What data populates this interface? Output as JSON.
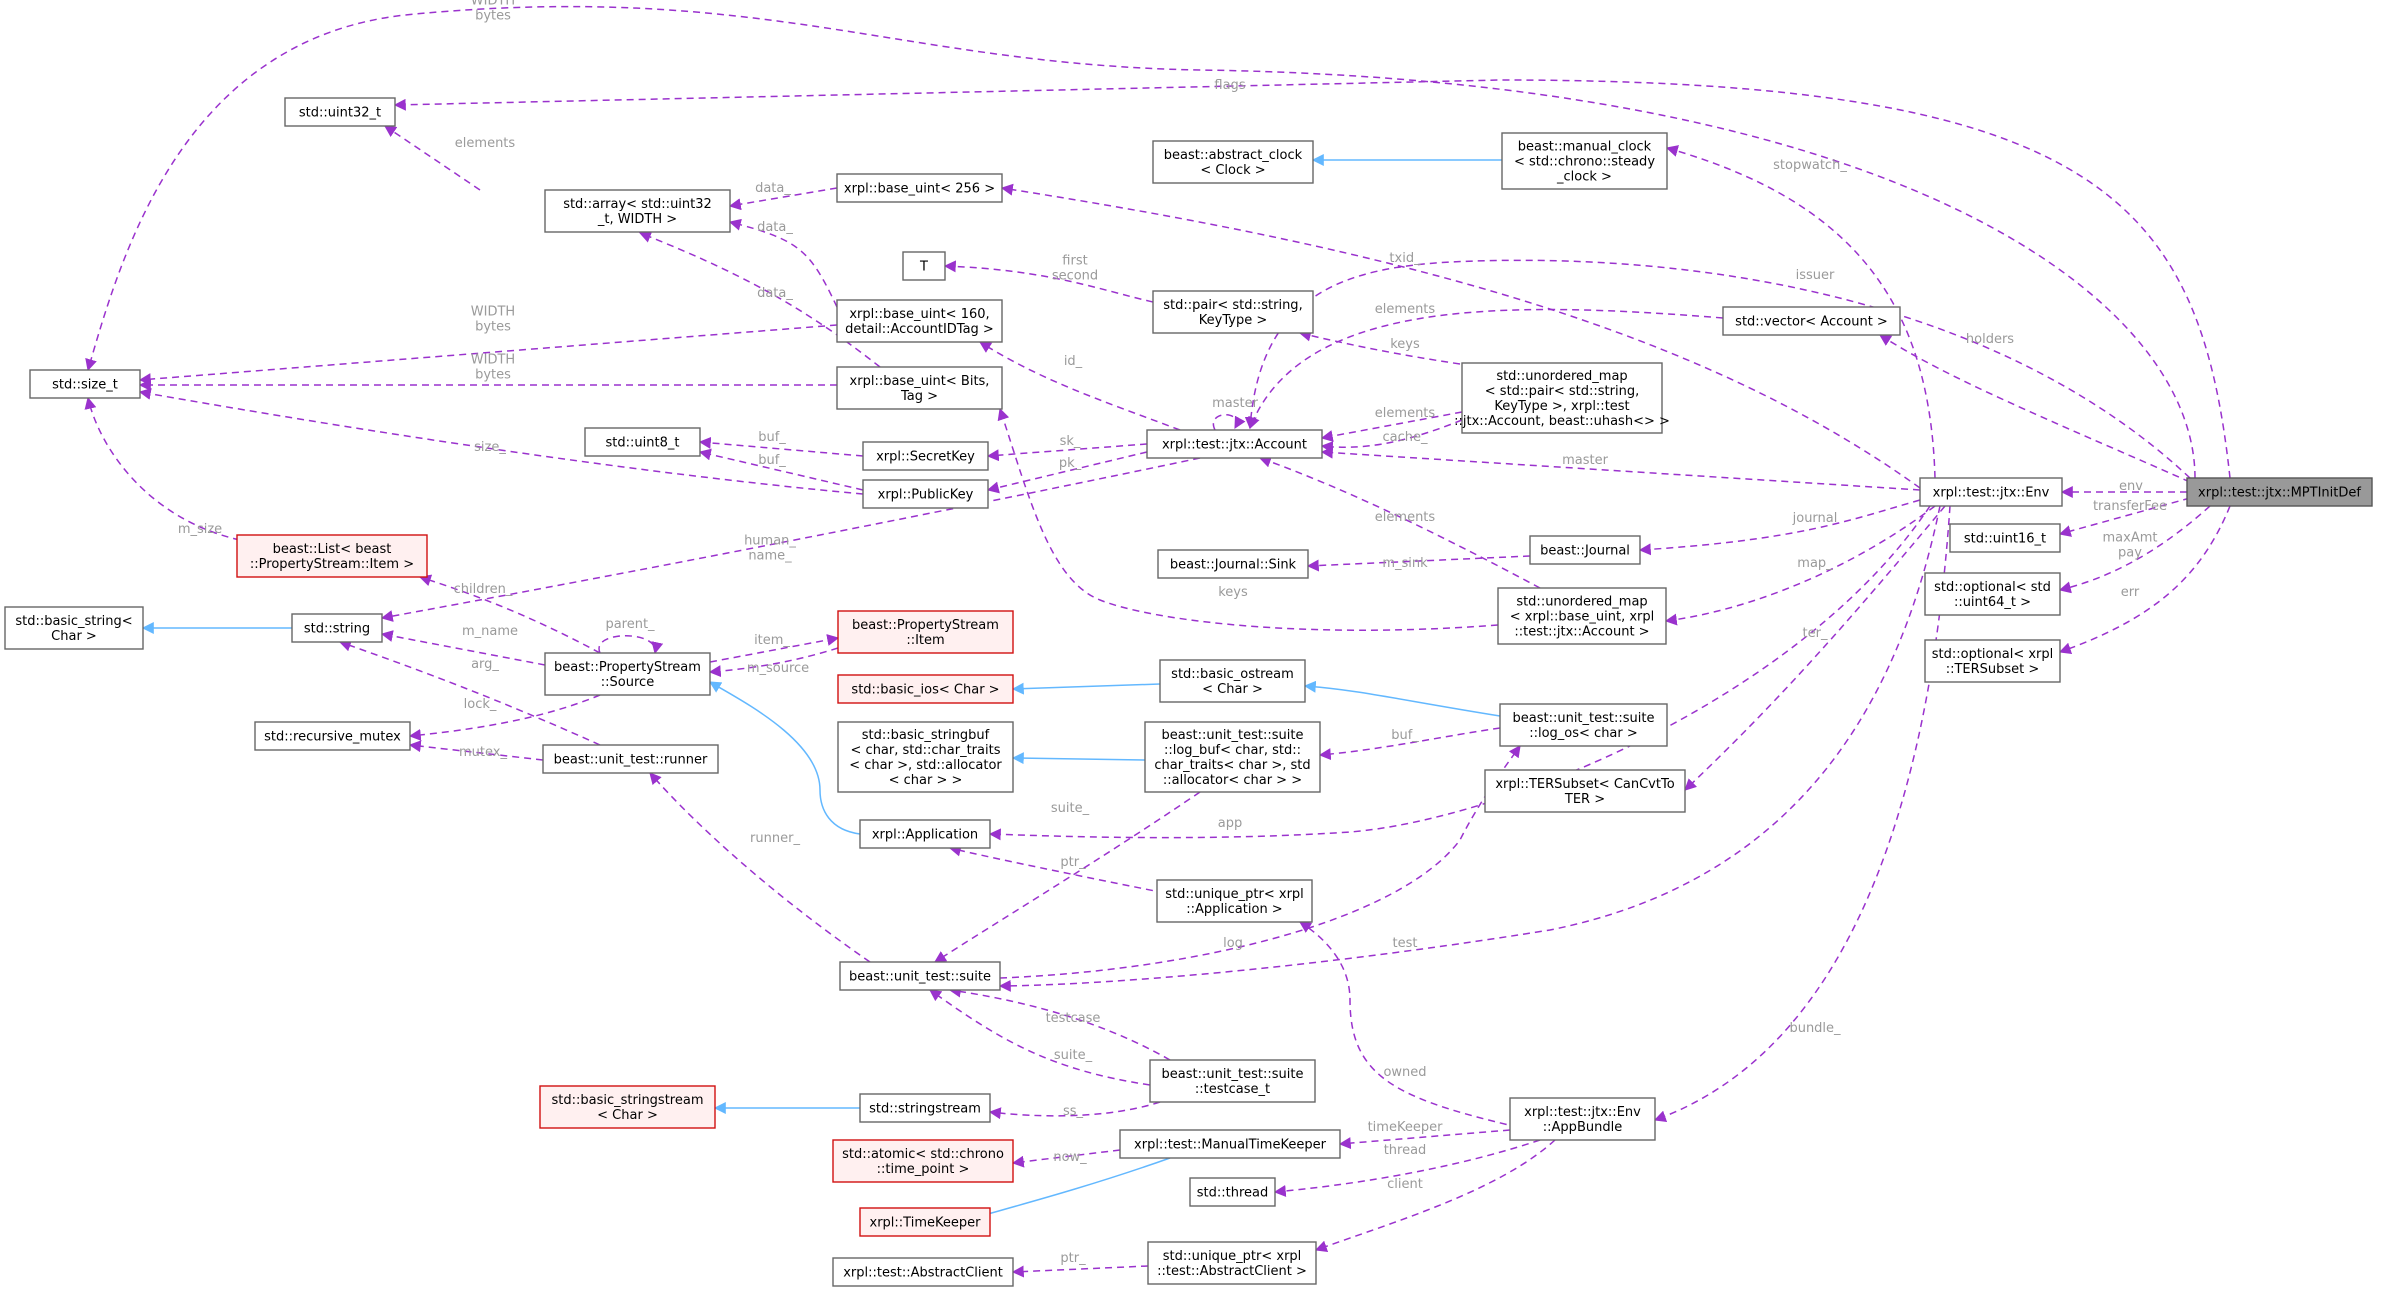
{
  "nodes": {
    "size_t": [
      "std::size_t"
    ],
    "uint32": [
      "std::uint32_t"
    ],
    "array": [
      "std::array< std::uint32",
      "_t, WIDTH >"
    ],
    "base256": [
      "xrpl::base_uint< 256 >"
    ],
    "base160": [
      "xrpl::base_uint< 160,",
      "detail::AccountIDTag >"
    ],
    "basebits": [
      "xrpl::base_uint< Bits,",
      "Tag >"
    ],
    "uint8": [
      "std::uint8_t"
    ],
    "secretkey": [
      "xrpl::SecretKey"
    ],
    "publickey": [
      "xrpl::PublicKey"
    ],
    "blist": [
      "beast::List< beast",
      "::PropertyStream::Item >"
    ],
    "basic_string": [
      "std::basic_string<",
      "Char >"
    ],
    "string": [
      "std::string"
    ],
    "psource": [
      "beast::PropertyStream",
      "::Source"
    ],
    "pitem": [
      "beast::PropertyStream",
      "::Item"
    ],
    "rmutex": [
      "std::recursive_mutex"
    ],
    "runner": [
      "beast::unit_test::runner"
    ],
    "basic_ios": [
      "std::basic_ios< Char >"
    ],
    "stringbuf": [
      "std::basic_stringbuf",
      "< char, std::char_traits",
      "< char >, std::allocator",
      "< char > >"
    ],
    "application": [
      "xrpl::Application"
    ],
    "suite": [
      "beast::unit_test::suite"
    ],
    "sstream_basic": [
      "std::basic_stringstream",
      "< Char >"
    ],
    "sstream": [
      "std::stringstream"
    ],
    "atomic": [
      "std::atomic< std::chrono",
      "::time_point >"
    ],
    "timekeeper": [
      "xrpl::TimeKeeper"
    ],
    "abstractclient": [
      "xrpl::test::AbstractClient"
    ],
    "T": [
      "T"
    ],
    "pair": [
      "std::pair< std::string,",
      "KeyType >"
    ],
    "account": [
      "xrpl::test::jtx::Account"
    ],
    "abstract_clock": [
      "beast::abstract_clock",
      "< Clock >"
    ],
    "journal_sink": [
      "beast::Journal::Sink"
    ],
    "basic_ostream": [
      "std::basic_ostream",
      "< Char >"
    ],
    "log_buf": [
      "beast::unit_test::suite",
      "::log_buf< char, std::",
      "char_traits< char >, std",
      "::allocator< char > >"
    ],
    "unique_app": [
      "std::unique_ptr< xrpl",
      "::Application >"
    ],
    "testcase": [
      "beast::unit_test::suite",
      "::testcase_t"
    ],
    "manualtk": [
      "xrpl::test::ManualTimeKeeper"
    ],
    "thread": [
      "std::thread"
    ],
    "unique_client": [
      "std::unique_ptr< xrpl",
      "::test::AbstractClient >"
    ],
    "manual_clock": [
      "beast::manual_clock",
      "< std::chrono::steady",
      "_clock >"
    ],
    "vector": [
      "std::vector< Account >"
    ],
    "umap1": [
      "std::unordered_map",
      "< std::pair< std::string,",
      "KeyType >, xrpl::test",
      "::jtx::Account, beast::uhash<> >"
    ],
    "journal": [
      "beast::Journal"
    ],
    "umap2": [
      "std::unordered_map",
      "< xrpl::base_uint, xrpl",
      "::test::jtx::Account >"
    ],
    "log_os": [
      "beast::unit_test::suite",
      "::log_os< char >"
    ],
    "tersubset": [
      "xrpl::TERSubset< CanCvtTo",
      "TER >"
    ],
    "appbundle": [
      "xrpl::test::jtx::Env",
      "::AppBundle"
    ],
    "env": [
      "xrpl::test::jtx::Env"
    ],
    "uint16": [
      "std::uint16_t"
    ],
    "opt_uint64": [
      "std::optional< std",
      "::uint64_t >"
    ],
    "opt_ter": [
      "std::optional< xrpl",
      "::TERSubset >"
    ],
    "mpt": [
      "xrpl::test::jtx::MPTInitDef"
    ]
  },
  "edge_labels": {
    "width_bytes_top": [
      "WIDTH",
      "bytes"
    ],
    "flags": [
      "flags"
    ],
    "elements_arr": [
      "elements"
    ],
    "data_256": [
      "data_"
    ],
    "data_160": [
      "data_"
    ],
    "data_bits": [
      "data_"
    ],
    "width_bytes_160": [
      "WIDTH",
      "bytes"
    ],
    "width_bytes_bits": [
      "WIDTH",
      "bytes"
    ],
    "first_second": [
      "first",
      "second"
    ],
    "txid": [
      "txid_"
    ],
    "issuer": [
      "issuer"
    ],
    "elements_vec": [
      "elements"
    ],
    "holders": [
      "holders"
    ],
    "keys_pair": [
      "keys"
    ],
    "id": [
      "id_"
    ],
    "master_self": [
      "master"
    ],
    "elements_umap1": [
      "elements"
    ],
    "cache": [
      "cache_"
    ],
    "sk": [
      "sk_"
    ],
    "pk": [
      "pk_"
    ],
    "buf_sk": [
      "buf_"
    ],
    "buf_pk": [
      "buf_"
    ],
    "size": [
      "size_"
    ],
    "master_env": [
      "master"
    ],
    "env": [
      "env"
    ],
    "transferfee": [
      "transferFee"
    ],
    "maxamt": [
      "maxAmt",
      "pay"
    ],
    "err": [
      "err"
    ],
    "stopwatch": [
      "stopwatch_"
    ],
    "m_size": [
      "m_size"
    ],
    "human_name": [
      "human_",
      "name_"
    ],
    "elements_umap2": [
      "elements"
    ],
    "journal": [
      "journal"
    ],
    "m_sink": [
      "m_sink"
    ],
    "keys_umap2": [
      "keys"
    ],
    "map": [
      "map_"
    ],
    "children": [
      "children_"
    ],
    "parent": [
      "parent_"
    ],
    "m_name": [
      "m_name"
    ],
    "item": [
      "item_"
    ],
    "m_source": [
      "m_source"
    ],
    "ter": [
      "ter_"
    ],
    "lock": [
      "lock_"
    ],
    "arg": [
      "arg_"
    ],
    "mutex": [
      "mutex_"
    ],
    "buf_logos": [
      "buf_"
    ],
    "suite_logbuf": [
      "suite_"
    ],
    "runner": [
      "runner_"
    ],
    "app": [
      "app"
    ],
    "ptr_app": [
      "ptr_"
    ],
    "log": [
      "log"
    ],
    "test": [
      "test"
    ],
    "testcase": [
      "testcase"
    ],
    "suite_tc": [
      "suite_"
    ],
    "ss": [
      "ss_"
    ],
    "bundle": [
      "bundle_"
    ],
    "owned": [
      "owned"
    ],
    "timekeeper": [
      "timeKeeper"
    ],
    "now": [
      "now_"
    ],
    "thread": [
      "thread"
    ],
    "client": [
      "client"
    ],
    "ptr_client": [
      "ptr_"
    ]
  }
}
